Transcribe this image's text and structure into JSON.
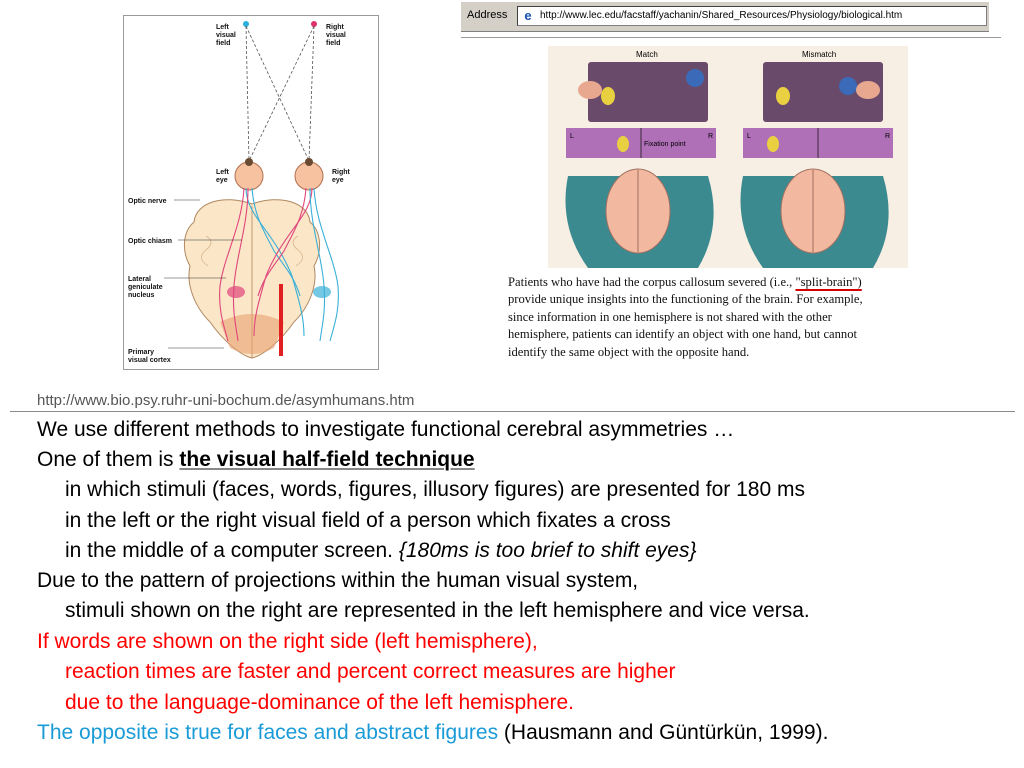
{
  "left_figure": {
    "labels": {
      "left_visual_field": [
        "Left",
        "visual",
        "field"
      ],
      "right_visual_field": [
        "Right",
        "visual",
        "field"
      ],
      "left_eye": [
        "Left",
        "eye"
      ],
      "right_eye": [
        "Right",
        "eye"
      ],
      "optic_nerve": "Optic nerve",
      "optic_chiasm": "Optic chiasm",
      "lateral_geniculate_nucleus": [
        "Lateral",
        "geniculate",
        "nucleus"
      ],
      "primary_visual_cortex": [
        "Primary",
        "visual cortex"
      ]
    }
  },
  "browser": {
    "address_label": "Address",
    "url": "http://www.lec.edu/facstaff/yachanin/Shared_Resources/Physiology/biological.htm"
  },
  "illustration": {
    "match_label": "Match",
    "mismatch_label": "Mismatch",
    "fixation_point": "Fixation point",
    "l_marker": "L",
    "r_marker": "R"
  },
  "caption": {
    "lines": [
      "Patients who have had the corpus callosum severed (i.e., ",
      "provide unique insights into the functioning of the brain. For example,",
      "since information in one hemisphere is not shared with the other",
      "hemisphere, patients can identify an object with one hand, but cannot",
      "identify the same object with the opposite hand."
    ],
    "highlight": "\"split-brain\")"
  },
  "source_url": "http://www.bio.psy.ruhr-uni-bochum.de/asymhumans.htm",
  "text": {
    "l1": "We use different methods to investigate functional cerebral asymmetries …",
    "l2_pre": "One of them is ",
    "l2_term": "the visual half-field technique",
    "l3": "in which stimuli (faces, words, figures, illusory figures) are presented for 180 ms",
    "l4": "in the left or the right visual field of a person which fixates a cross",
    "l5_pre": "in the middle of a computer screen. ",
    "l5_em": "{180ms is too brief to shift eyes}",
    "l6": "Due to the pattern of projections within the human visual system,",
    "l7": "stimuli shown on the right are represented in the left hemisphere and vice versa.",
    "l8": "If words are shown on the right side (left hemisphere),",
    "l9": "reaction times are faster and percent correct measures are higher",
    "l10": "due to the language-dominance of the left hemisphere.",
    "l11_blue": "The opposite is true for faces and abstract figures",
    "l11_cite": " (Hausmann and Güntürkün, 1999)."
  },
  "colors": {
    "red_text": "#ff0000",
    "blue_text": "#1a9bd7",
    "nasal_fibers": "#e0457b",
    "temporal_fibers": "#3ab0d8",
    "brain_fill": "#fbe6c8"
  }
}
